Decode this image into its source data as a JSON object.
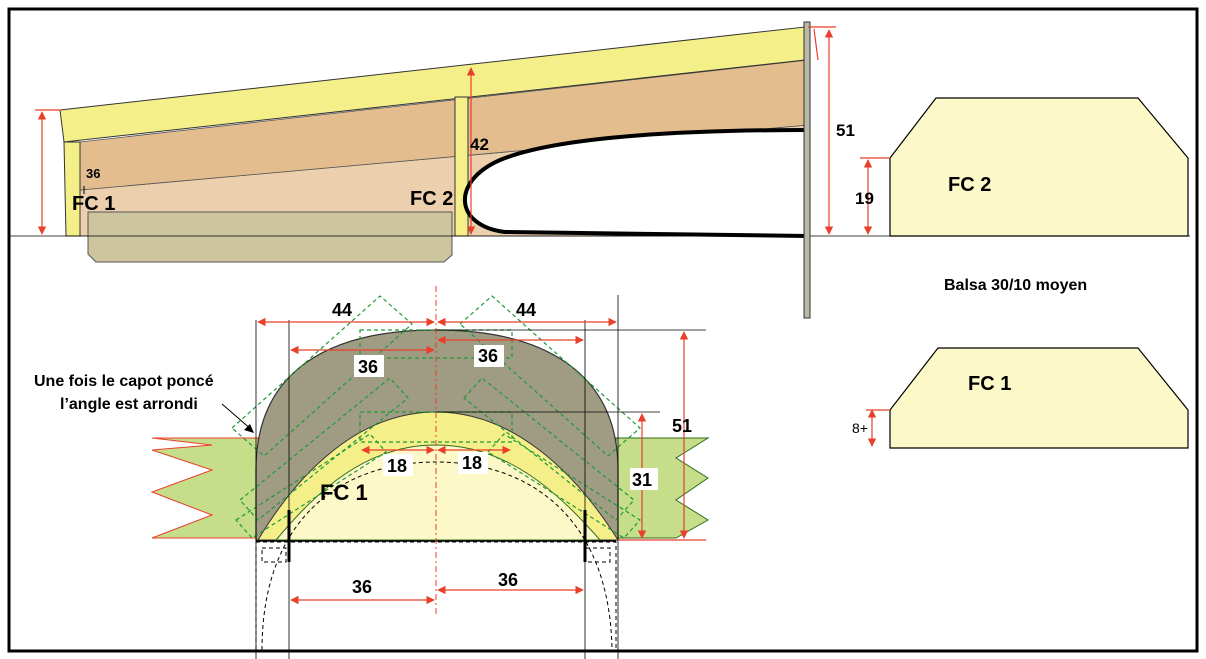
{
  "side_view": {
    "former1_label": "FC 1",
    "former2_label": "FC 2",
    "dim_36": "36",
    "dim_42": "42",
    "dim_51": "51"
  },
  "formers_detail": {
    "fc2_label": "FC 2",
    "fc2_dim": "19",
    "material_note": "Balsa 30/10 moyen",
    "fc1_label": "FC 1",
    "fc1_dim": "8+"
  },
  "front_view": {
    "note_line1": "Une fois le capot poncé",
    "note_line2": "l’angle est arrondi",
    "fc1_label": "FC 1",
    "dim_top_left": "44",
    "dim_top_right": "44",
    "dim_mid_left": "36",
    "dim_mid_right": "36",
    "dim_inner_left": "18",
    "dim_inner_right": "18",
    "dim_height_total": "51",
    "dim_height_side": "31",
    "dim_bottom_left": "36",
    "dim_bottom_right": "36"
  },
  "colors": {
    "frame": "#000000",
    "dimension_lines": "#e8402a",
    "wing_yellow": "#f5ef8a",
    "fuselage_tan": "#e3bd8e",
    "fuselage_light": "#ecd0ae",
    "belly_grey": "#cdc59e",
    "cowl_grey": "#a09c84",
    "former_cream": "#fdf8c8",
    "green_zigzag": "#c6dd8a",
    "green_dashes": "#1e9a3a"
  }
}
